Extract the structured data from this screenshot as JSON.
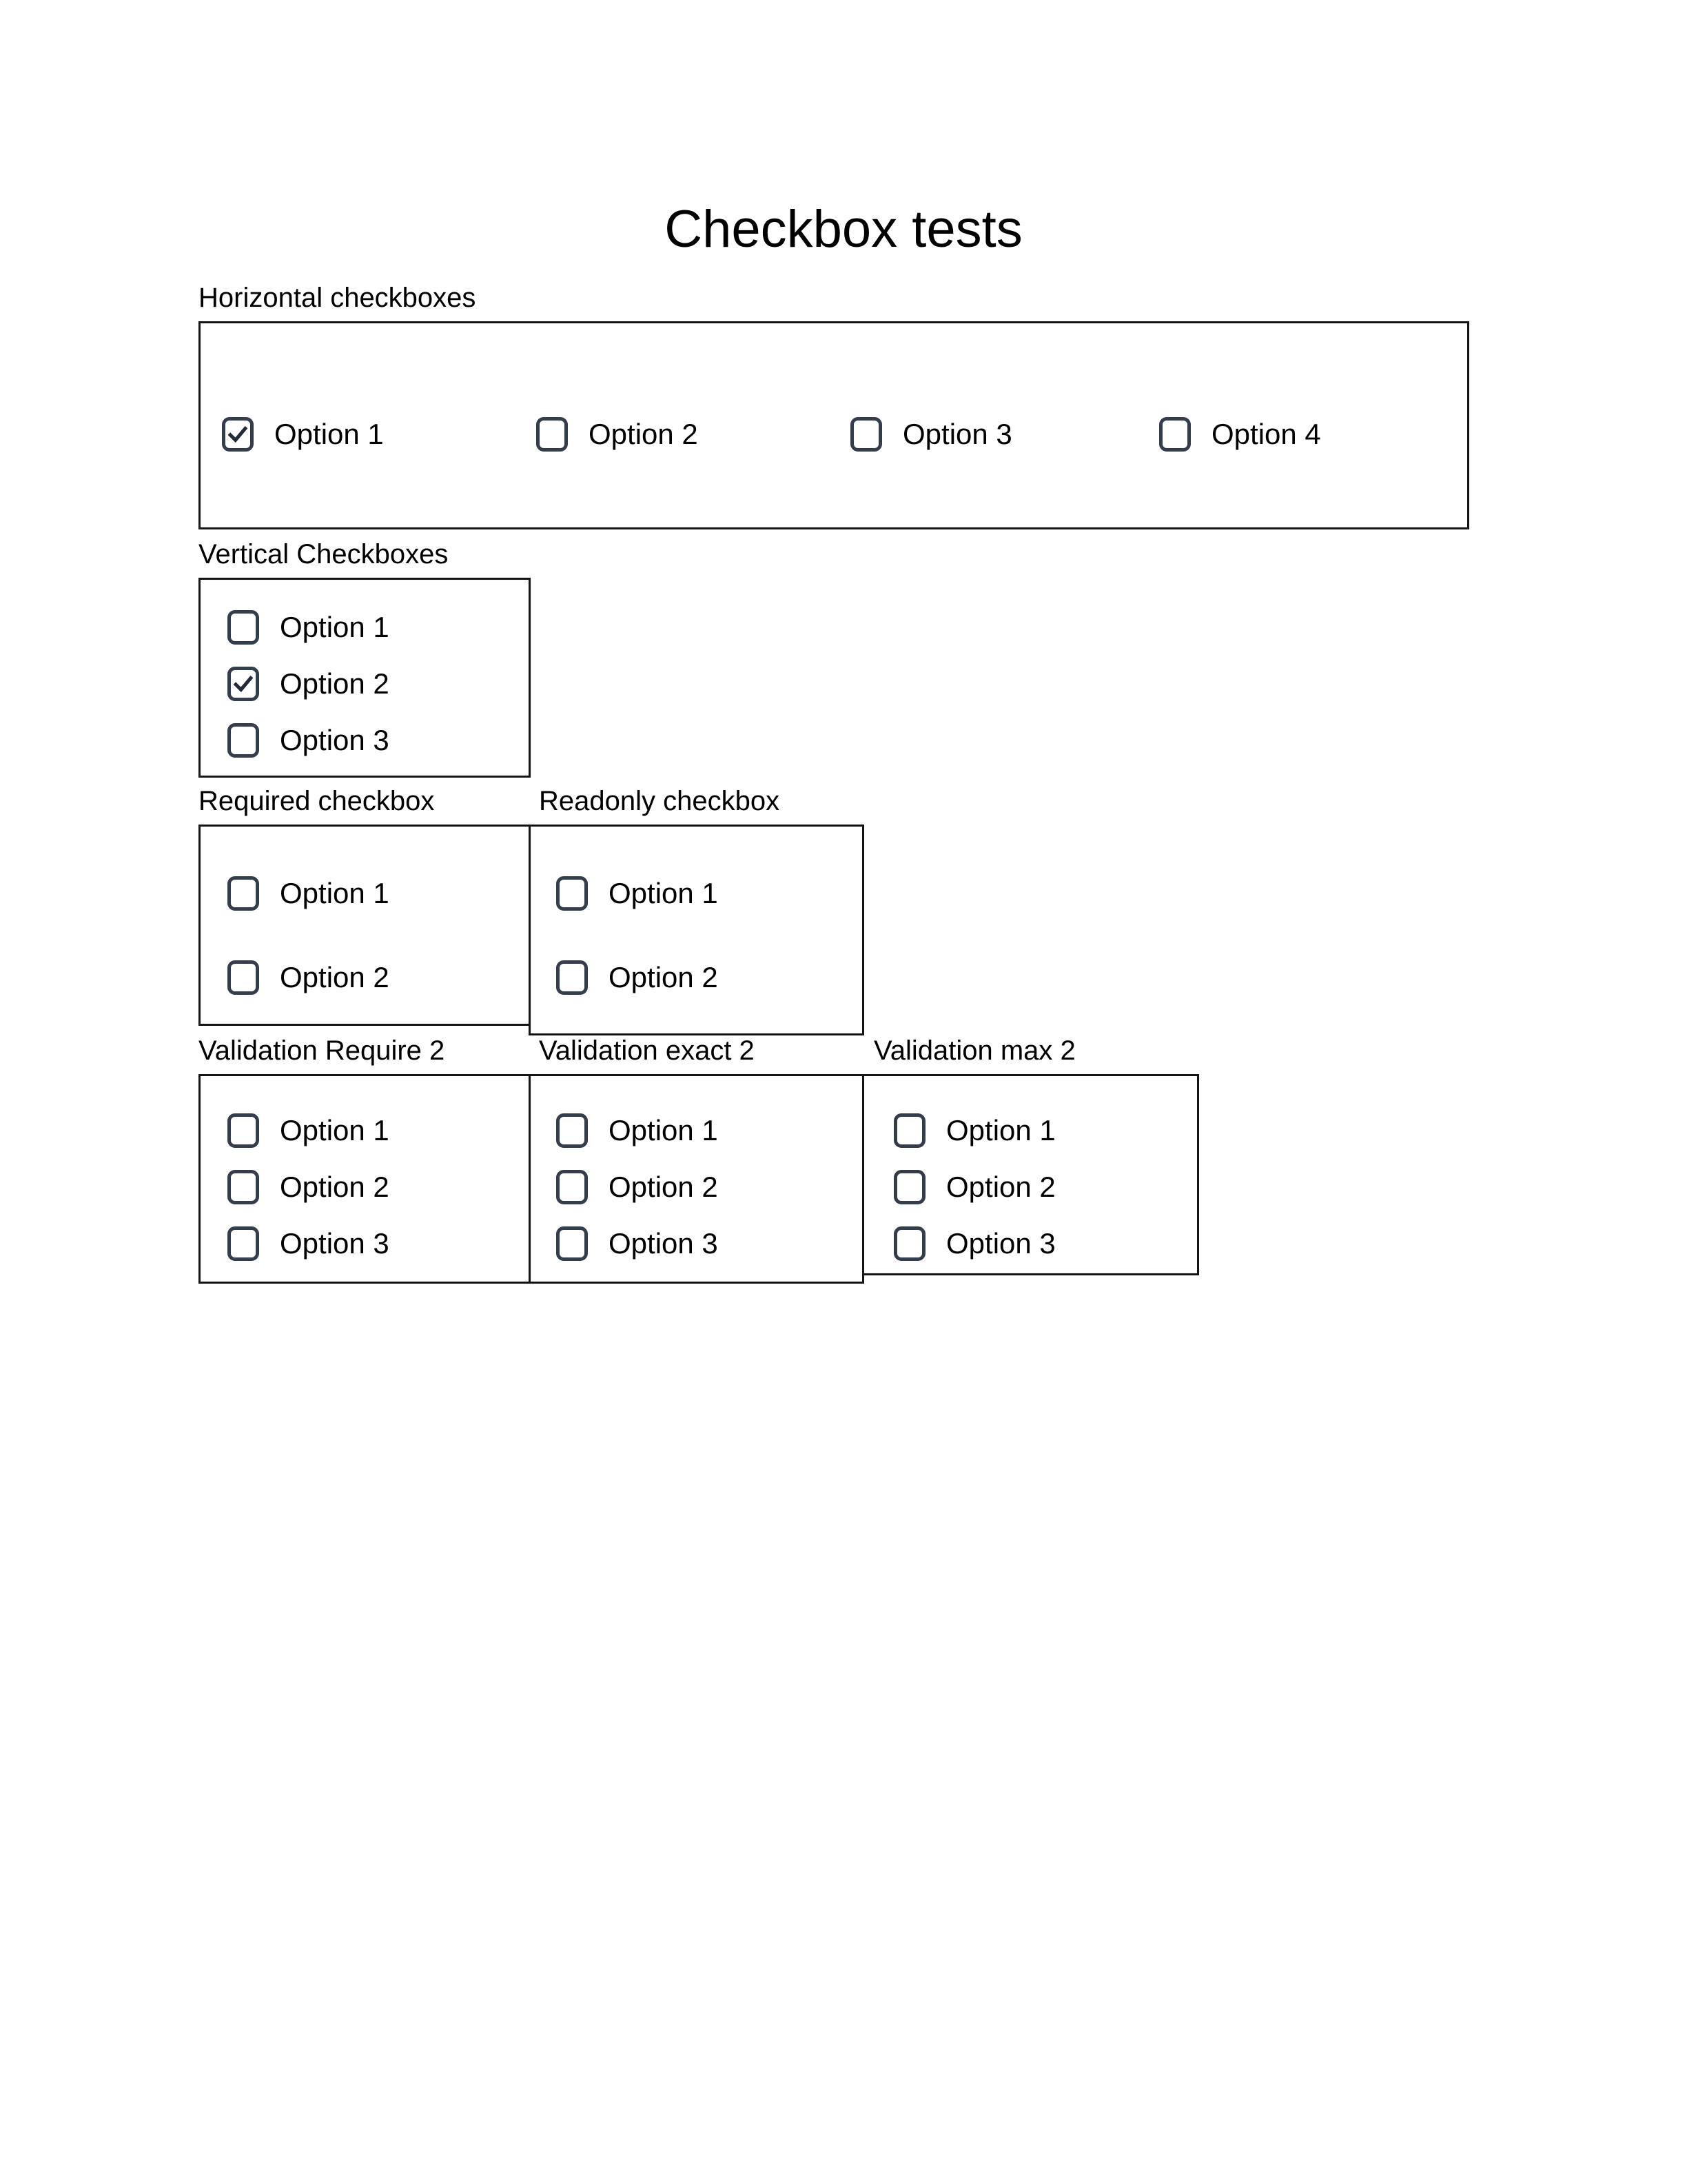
{
  "page": {
    "title": "Checkbox tests"
  },
  "colors": {
    "background": "#ffffff",
    "text": "#000000",
    "box_border": "#141414",
    "checkbox_border": "#343d4c",
    "checkmark": "#232b38"
  },
  "sections": {
    "horizontal": {
      "label": "Horizontal checkboxes",
      "options": [
        {
          "label": "Option 1",
          "checked": true
        },
        {
          "label": "Option 2",
          "checked": false
        },
        {
          "label": "Option 3",
          "checked": false
        },
        {
          "label": "Option 4",
          "checked": false
        }
      ]
    },
    "vertical": {
      "label": "Vertical Checkboxes",
      "options": [
        {
          "label": "Option 1",
          "checked": false
        },
        {
          "label": "Option 2",
          "checked": true
        },
        {
          "label": "Option 3",
          "checked": false
        }
      ]
    },
    "required": {
      "label": "Required checkbox",
      "options": [
        {
          "label": "Option 1",
          "checked": false
        },
        {
          "label": "Option 2",
          "checked": false
        }
      ]
    },
    "readonly": {
      "label": "Readonly checkbox",
      "options": [
        {
          "label": "Option 1",
          "checked": false
        },
        {
          "label": "Option 2",
          "checked": false
        }
      ]
    },
    "validation_require": {
      "label": "Validation Require 2",
      "options": [
        {
          "label": "Option 1",
          "checked": false
        },
        {
          "label": "Option 2",
          "checked": false
        },
        {
          "label": "Option 3",
          "checked": false
        }
      ]
    },
    "validation_exact": {
      "label": "Validation exact 2",
      "options": [
        {
          "label": "Option 1",
          "checked": false
        },
        {
          "label": "Option 2",
          "checked": false
        },
        {
          "label": "Option 3",
          "checked": false
        }
      ]
    },
    "validation_max": {
      "label": "Validation max 2",
      "options": [
        {
          "label": "Option 1",
          "checked": false
        },
        {
          "label": "Option 2",
          "checked": false
        },
        {
          "label": "Option 3",
          "checked": false
        }
      ]
    }
  }
}
